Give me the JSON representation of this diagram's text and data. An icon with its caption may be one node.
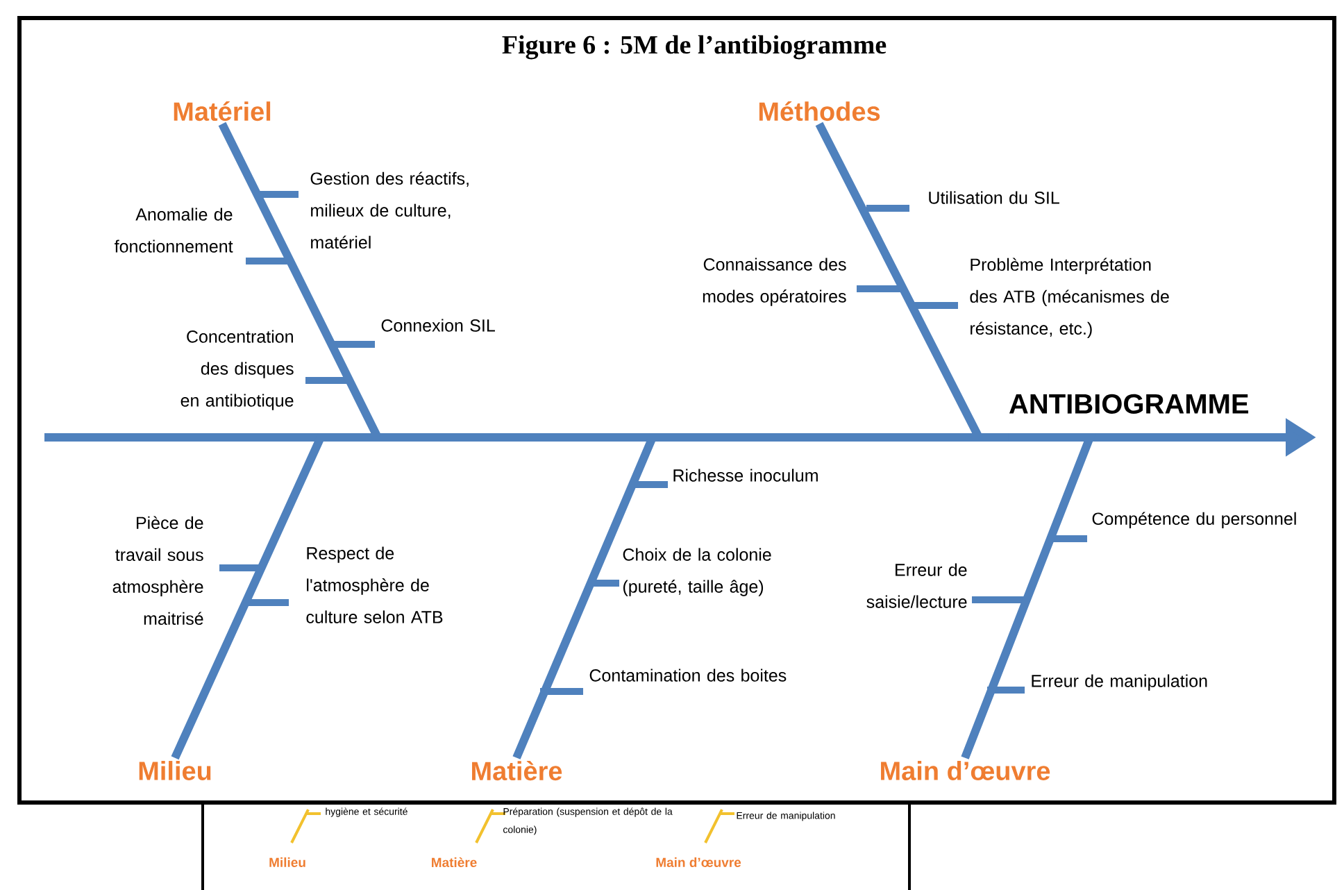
{
  "diagram": {
    "title": "Figure 6 : 5M de l’antibiogramme",
    "nodes": [
      {
        "text": [
          "Matériel"
        ]
      },
      {
        "text": [
          "Méthodes"
        ]
      },
      {
        "text": [
          "ANTIBIOGRAMME"
        ]
      },
      {
        "text": [
          "Milieu"
        ]
      },
      {
        "text": [
          "Matière"
        ]
      },
      {
        "text": [
          "Main d’œuvre"
        ]
      }
    ],
    "edges": [
      {
        "from": null,
        "to": 2,
        "arrow": "to"
      },
      {
        "from": 0,
        "to": 2,
        "arrow": "none"
      },
      {
        "from": 1,
        "to": 2,
        "arrow": "none"
      },
      {
        "from": 3,
        "to": 2,
        "arrow": "none"
      },
      {
        "from": 4,
        "to": 2,
        "arrow": "none"
      },
      {
        "from": 5,
        "to": 2,
        "arrow": "none"
      }
    ],
    "labels": [
      "Gestion des réactifs, milieux de culture, matériel",
      "Anomalie de fonctionnement",
      "Connexion SIL",
      "Concentration des disques en antibiotique",
      "Utilisation du SIL",
      "Connaissance des modes opératoires",
      "Problème Interprétation des ATB (mécanismes de résistance, etc.)",
      "Richesse inoculum",
      "Pièce de travail sous atmosphère maitrisé",
      "Respect de l'atmosphère de culture selon ATB",
      "Choix de la colonie (pureté, taille âge)",
      "Erreur de saisie/lecture",
      "Compétence du personnel",
      "Contamination des boites",
      "Erreur de manipulation",
      "hygiène et sécurité",
      "Préparation (suspension et dépôt de la colonie)",
      "Erreur de manipulation",
      "Milieu",
      "Matière",
      "Main d’œuvre"
    ]
  }
}
